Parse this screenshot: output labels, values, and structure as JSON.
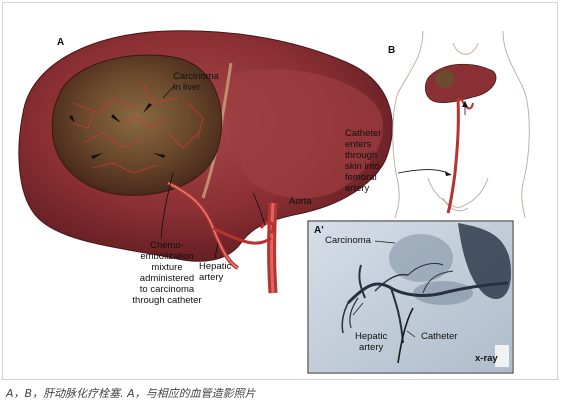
{
  "figure": {
    "panel_a": "A",
    "panel_b": "B",
    "panel_a_prime": "A'",
    "labels": {
      "carcinoma_in_liver": "Carcinoma\nin liver",
      "chemo_mixture": "Chemo-\nembolization\nmixture\nadministered\nto carcinoma\nthrough catheter",
      "hepatic_artery": "Hepatic\nartery",
      "aorta": "Aorta",
      "catheter_enters": "Catheter\nenters\nthrough\nskin into\nfemoral\nartery"
    },
    "xray": {
      "carcinoma": "Carcinoma",
      "hepatic_artery": "Hepatic\nartery",
      "catheter": "Catheter",
      "xray_tag": "x-ray"
    }
  },
  "caption": "A，B，肝动脉化疗栓塞. A，与相应的血管造影照片"
}
